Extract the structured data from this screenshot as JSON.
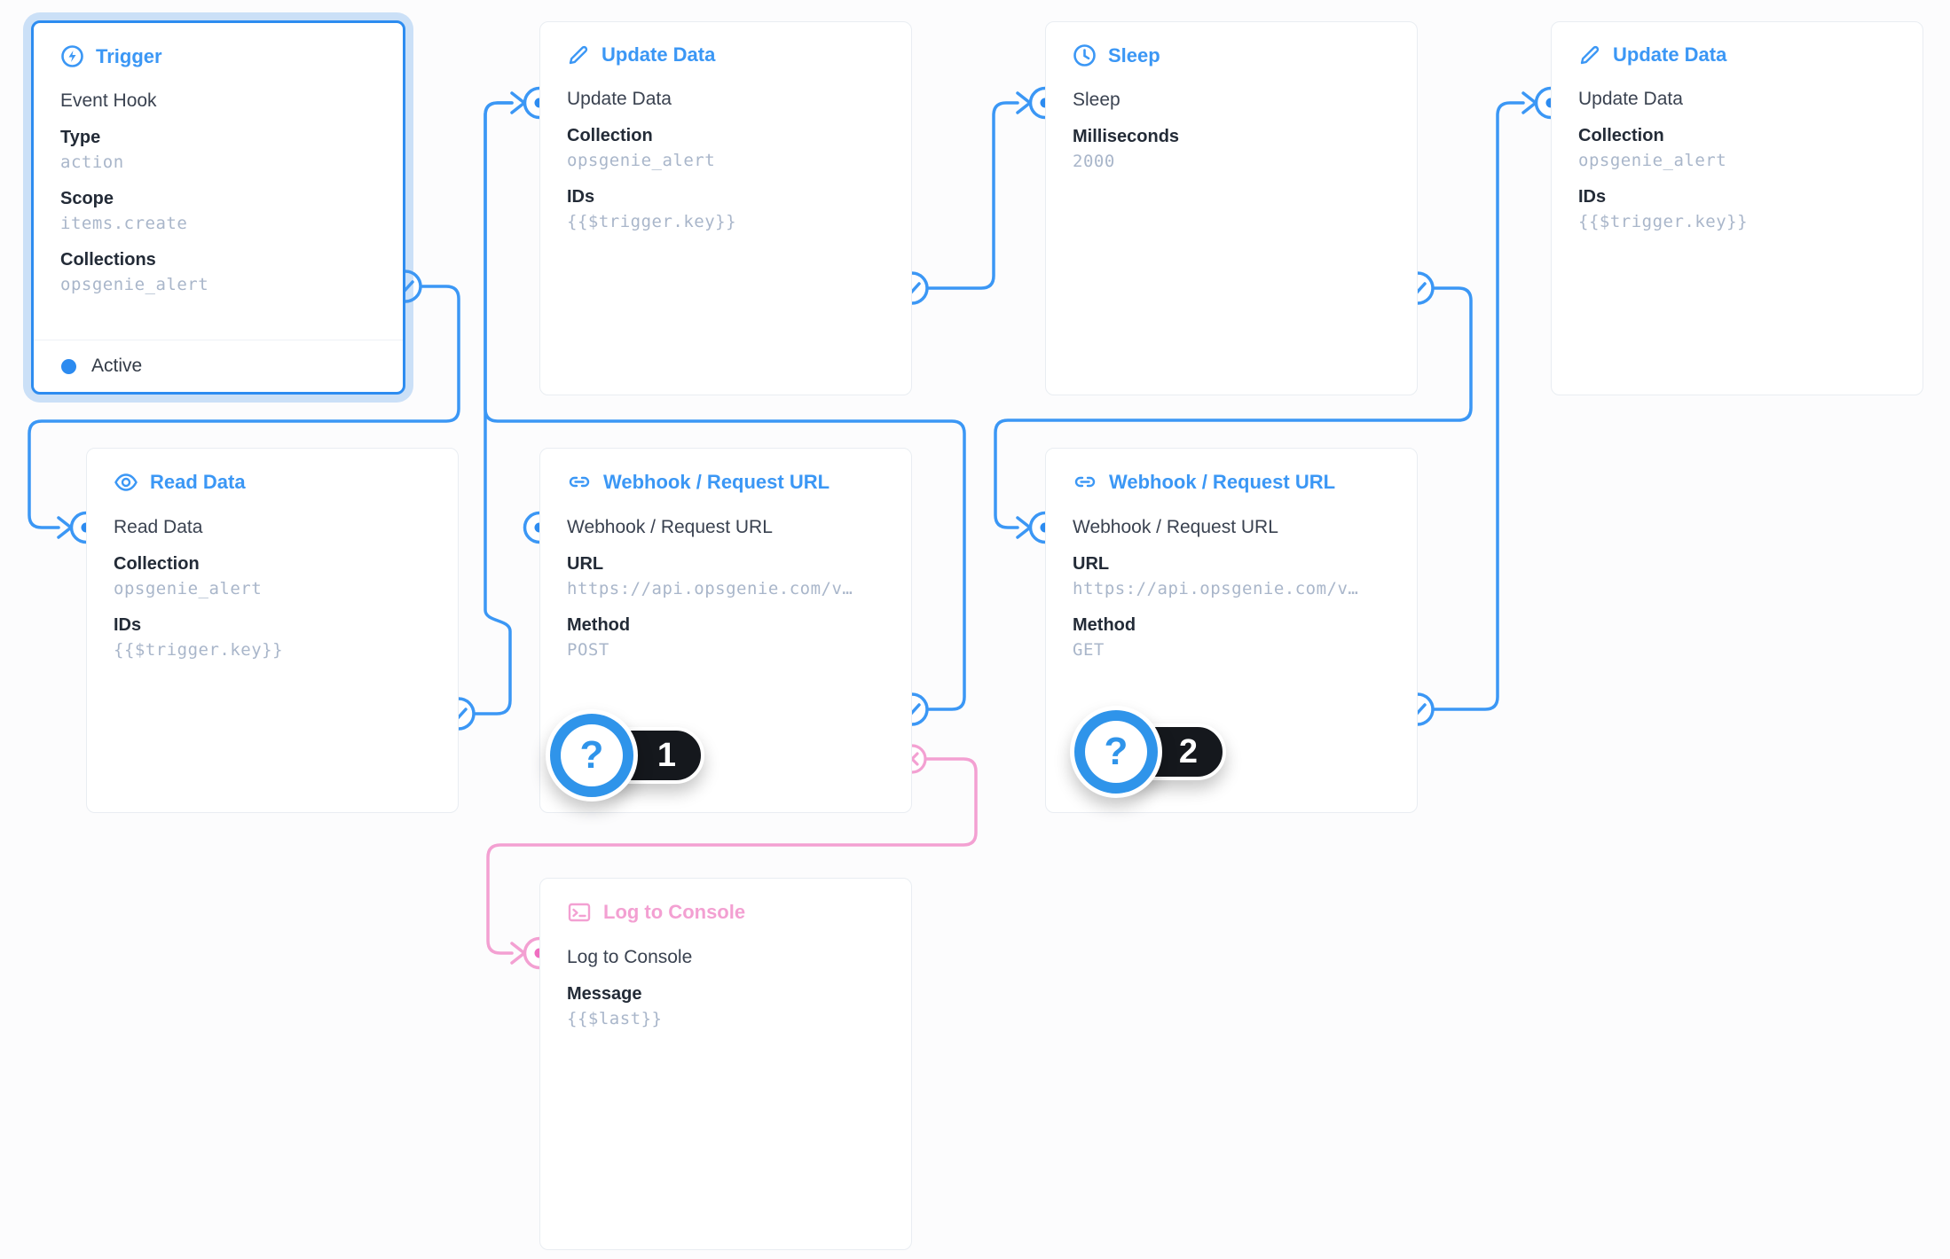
{
  "colors": {
    "accent_blue": "#3b97f5",
    "accent_pink": "#f3a0d2",
    "node_dot_blue": "#2c8bf0",
    "selection_border": "#2d8cf0",
    "selection_halo": "#cfe3fa",
    "badge_pill_dark": "#15181d",
    "badge_circle_blue": "#2f94ea",
    "label_text": "#232b37",
    "value_text": "#a9b6ca",
    "card_border": "#e9edf2",
    "canvas_bg": "#fcfcfd"
  },
  "nodes": [
    {
      "id": "trigger",
      "title": "Trigger",
      "icon": "bolt-circle-icon",
      "name": "Event Hook",
      "fields": [
        {
          "label": "Type",
          "value": "action"
        },
        {
          "label": "Scope",
          "value": "items.create"
        },
        {
          "label": "Collections",
          "value": "opsgenie_alert"
        }
      ],
      "status": "Active",
      "selected": true
    },
    {
      "id": "update-data-1",
      "title": "Update Data",
      "icon": "pencil-icon",
      "name": "Update Data",
      "fields": [
        {
          "label": "Collection",
          "value": "opsgenie_alert"
        },
        {
          "label": "IDs",
          "value": "{{$trigger.key}}"
        }
      ]
    },
    {
      "id": "sleep",
      "title": "Sleep",
      "icon": "clock-icon",
      "name": "Sleep",
      "fields": [
        {
          "label": "Milliseconds",
          "value": "2000"
        }
      ]
    },
    {
      "id": "update-data-2",
      "title": "Update Data",
      "icon": "pencil-icon",
      "name": "Update Data",
      "fields": [
        {
          "label": "Collection",
          "value": "opsgenie_alert"
        },
        {
          "label": "IDs",
          "value": "{{$trigger.key}}"
        }
      ]
    },
    {
      "id": "read-data",
      "title": "Read Data",
      "icon": "eye-icon",
      "name": "Read Data",
      "fields": [
        {
          "label": "Collection",
          "value": "opsgenie_alert"
        },
        {
          "label": "IDs",
          "value": "{{$trigger.key}}"
        }
      ]
    },
    {
      "id": "webhook-1",
      "title": "Webhook / Request URL",
      "icon": "link-icon",
      "name": "Webhook / Request URL",
      "fields": [
        {
          "label": "URL",
          "value": "https://api.opsgenie.com/v…"
        },
        {
          "label": "Method",
          "value": "POST"
        }
      ],
      "badge": "1"
    },
    {
      "id": "webhook-2",
      "title": "Webhook / Request URL",
      "icon": "link-icon",
      "name": "Webhook / Request URL",
      "fields": [
        {
          "label": "URL",
          "value": "https://api.opsgenie.com/v…"
        },
        {
          "label": "Method",
          "value": "GET"
        }
      ],
      "badge": "2"
    },
    {
      "id": "log-console",
      "title": "Log to Console",
      "icon": "terminal-icon",
      "name": "Log to Console",
      "fields": [
        {
          "label": "Message",
          "value": "{{$last}}"
        }
      ],
      "color": "pink"
    }
  ],
  "connections": [
    {
      "from": "trigger",
      "port": "resolve",
      "to": "read-data"
    },
    {
      "from": "read-data",
      "port": "resolve",
      "to": "update-data-1"
    },
    {
      "from": "webhook-1",
      "port": "resolve",
      "to": "update-data-1"
    },
    {
      "from": "update-data-1",
      "port": "resolve",
      "to": "sleep"
    },
    {
      "from": "sleep",
      "port": "resolve",
      "to": "webhook-2"
    },
    {
      "from": "webhook-2",
      "port": "resolve",
      "to": "update-data-2"
    },
    {
      "from": "webhook-1",
      "port": "reject",
      "to": "log-console"
    }
  ]
}
